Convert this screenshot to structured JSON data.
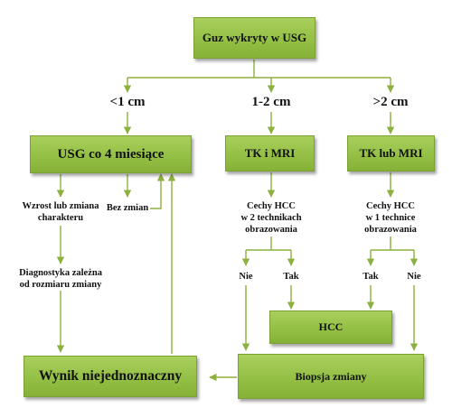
{
  "nodes": {
    "root": "Guz wykryty w USG",
    "usg4": "USG co 4 miesiące",
    "tk_mri": "TK i MRI",
    "tk_lub_mri": "TK lub MRI",
    "hcc": "HCC",
    "wynik": "Wynik niejednoznaczny",
    "biopsja": "Biopsja zmiany"
  },
  "branches": {
    "lt1": "<1 cm",
    "mid": "1-2 cm",
    "gt2": ">2 cm"
  },
  "labels": {
    "wzrost_line1": "Wzrost lub zmiana",
    "wzrost_line2": "charakteru",
    "bez_zmian": "Bez zmian",
    "diag_line1": "Diagnostyka zależna",
    "diag_line2": "od rozmiaru zmiany",
    "cechy2_line1": "Cechy HCC",
    "cechy2_line2": "w 2 technikach",
    "cechy2_line3": "obrazowania",
    "cechy1_line1": "Cechy HCC",
    "cechy1_line2": "w 1 technice",
    "cechy1_line3": "obrazowania",
    "nie_left": "Nie",
    "tak_left": "Tak",
    "tak_right": "Tak",
    "nie_right": "Nie"
  },
  "colors": {
    "box_fill": "#94c045",
    "line": "#8db13f"
  }
}
